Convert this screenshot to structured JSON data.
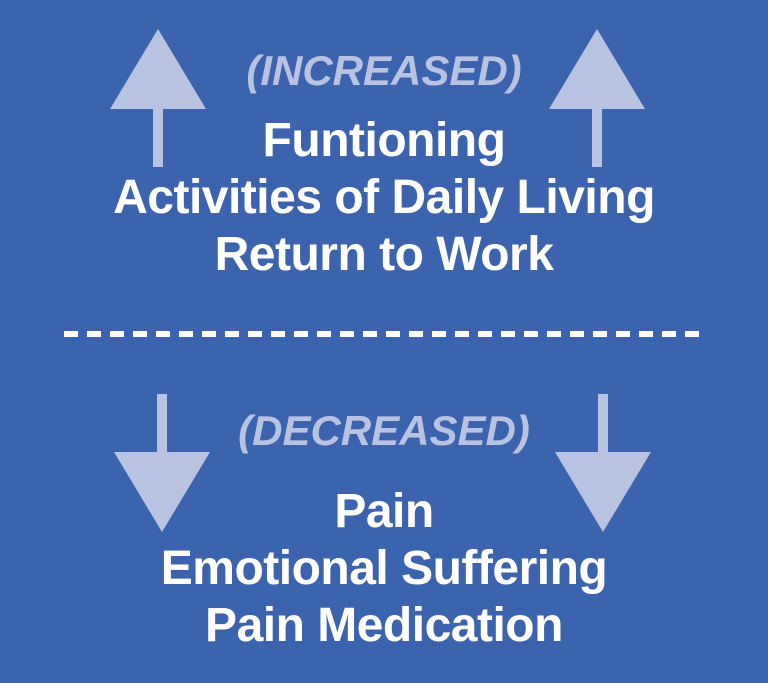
{
  "theme": {
    "background": "#3c63ad",
    "accent": "#b8c3e2",
    "text": "#ffffff"
  },
  "icons": {
    "top_left": "up-arrow",
    "top_right": "up-arrow",
    "bottom_left": "down-arrow",
    "bottom_right": "down-arrow"
  },
  "top_section": {
    "label": "(INCREASED)",
    "items": [
      "Funtioning",
      "Activities of Daily Living",
      "Return to Work"
    ]
  },
  "bottom_section": {
    "label": "(DECREASED)",
    "items": [
      "Pain",
      "Emotional Suffering",
      "Pain Medication"
    ]
  }
}
